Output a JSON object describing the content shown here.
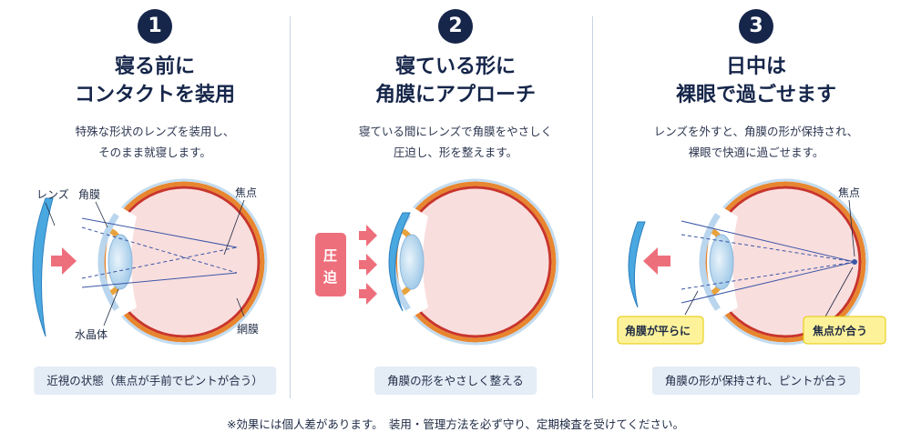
{
  "steps": [
    {
      "number": "1",
      "title_line1": "寝る前に",
      "title_line2": "コンタクトを装用",
      "desc_line1": "特殊な形状のレンズを装用し、",
      "desc_line2": "そのまま就寝します。",
      "labels": {
        "lens": "レンズ",
        "cornea": "角膜",
        "focus": "焦点",
        "crystalline_lens": "水晶体",
        "retina": "網膜"
      },
      "caption": "近視の状態（焦点が手前でピントが合う）"
    },
    {
      "number": "2",
      "title_line1": "寝ている形に",
      "title_line2": "角膜にアプローチ",
      "desc_line1": "寝ている間にレンズで角膜をやさしく",
      "desc_line2": "圧迫し、形を整えます。",
      "labels": {
        "pressure_1": "圧",
        "pressure_2": "迫"
      },
      "caption": "角膜の形をやさしく整える"
    },
    {
      "number": "3",
      "title_line1": "日中は",
      "title_line2": "裸眼で過ごせます",
      "desc_line1": "レンズを外すと、角膜の形が保持され、",
      "desc_line2": "裸眼で快適に過ごせます。",
      "labels": {
        "focus": "焦点",
        "cornea_flat": "角膜が平らに",
        "focus_match": "焦点が合う"
      },
      "caption": "角膜の形が保持され、ピントが合う"
    }
  ],
  "footnote": "※効果には個人差があります。　装用・管理方法を必ず守り、定期検査を受けてください。",
  "colors": {
    "navy": "#16264a",
    "eye_fill": "#f9dede",
    "sclera_outer": "#e8862f",
    "choroid": "#c8352c",
    "arrow": "#ee6f7c",
    "lens_blue": "#4aa8e0",
    "caption_bg": "#e4ecf6",
    "callout_yellow": "#fdf29a"
  }
}
